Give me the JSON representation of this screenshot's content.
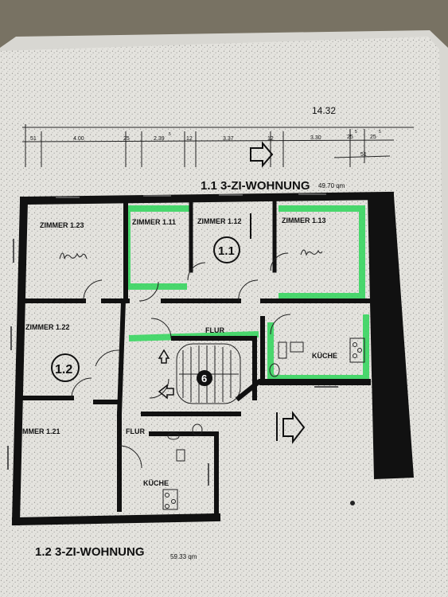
{
  "dimensions": {
    "total": "14.32",
    "segments": [
      "51",
      "4.00",
      "25",
      "2.39",
      "5",
      "12",
      "3.37",
      "12",
      "3.30",
      "25",
      "5",
      "25",
      "5",
      "51"
    ]
  },
  "unit_1_1": {
    "title": "1.1  3-ZI-WOHNUNG",
    "area": "49.70 qm",
    "badge": "1.1",
    "rooms": {
      "r111": "ZIMMER  1.11",
      "r112": "ZIMMER  1.12",
      "r113": "ZIMMER  1.13",
      "flur": "FLUR",
      "kueche": "KÜCHE"
    },
    "notes": {
      "r111_note": "",
      "r113_note": ""
    }
  },
  "unit_1_2": {
    "title": "1.2  3-ZI-WOHNUNG",
    "area": "59.33 qm",
    "badge": "1.2",
    "rooms": {
      "r123": "ZIMMER  1.23",
      "r122": "ZIMMER  1.22",
      "r121": "ZIMMER  1.21",
      "flur": "FLUR",
      "kueche": "KÜCHE"
    },
    "notes": {
      "r123_note": ""
    }
  },
  "stair_badge": "6",
  "highlight_color": "#2fd65a",
  "wall_color": "#111111",
  "paper_color": "#e7e6e1"
}
